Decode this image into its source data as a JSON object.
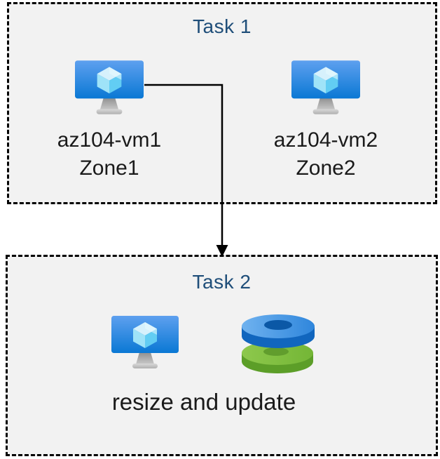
{
  "task1": {
    "title": "Task 1",
    "vms": [
      {
        "name": "az104-vm1",
        "zone": "Zone1"
      },
      {
        "name": "az104-vm2",
        "zone": "Zone2"
      }
    ]
  },
  "task2": {
    "title": "Task 2",
    "caption": "resize and update"
  },
  "icons": {
    "vm": "virtual-machine-icon",
    "disks": "managed-disks-icon",
    "arrow": "flow-arrow-down"
  },
  "colors": {
    "title_text": "#1f4e79",
    "box_background": "#f2f2f2",
    "box_border": "#000000",
    "label_text": "#1a1a1a",
    "vm_screen_top": "#5ea0ef",
    "vm_screen_bottom": "#0a78d4",
    "vm_cube_top": "#d6f1fc",
    "vm_cube_left": "#9fe3f8",
    "vm_cube_right": "#62cdf3",
    "disk_blue_top": "#3e8ede",
    "disk_blue_side": "#1166be",
    "disk_blue_hole": "#0b58a6",
    "disk_green_top": "#7cbd3d",
    "disk_green_side": "#5c9e28",
    "disk_green_hole": "#619d2d",
    "arrow": "#000000"
  }
}
